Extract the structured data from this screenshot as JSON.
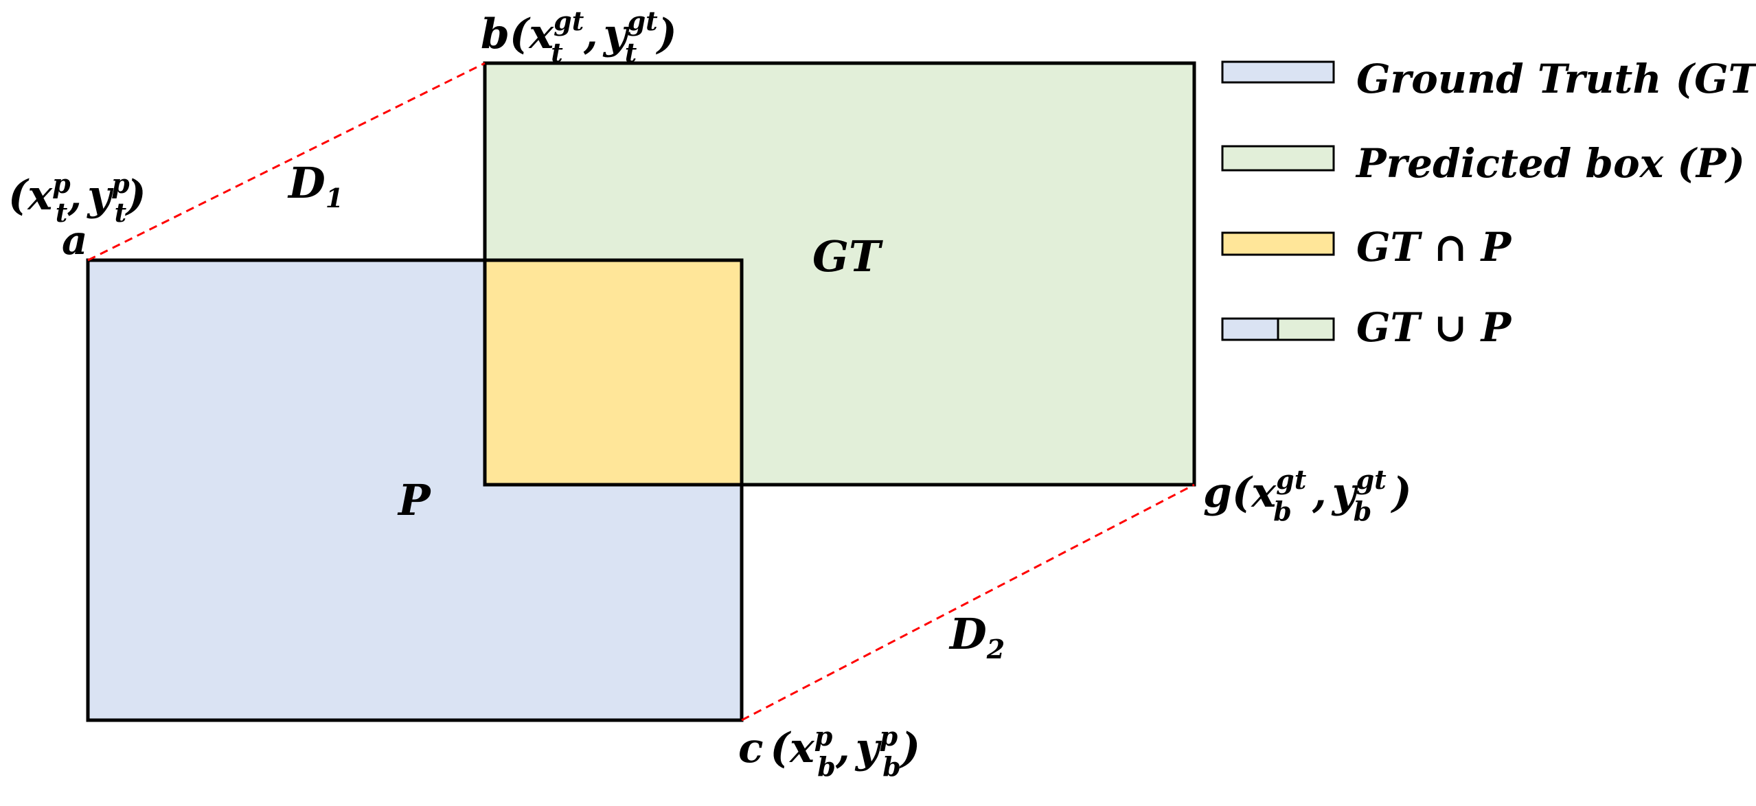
{
  "colors": {
    "gt_fill": "#e2efd9",
    "p_fill": "#dae3f3",
    "intersection_fill": "#ffe699",
    "outline": "#000000",
    "dashed_line": "#ff0000"
  },
  "box_labels": {
    "gt": "GT",
    "p": "P"
  },
  "distance_labels": {
    "d1_main": "D",
    "d1_sub": "1",
    "d2_main": "D",
    "d2_sub": "2"
  },
  "points": {
    "a": {
      "letter": "a",
      "open": "(",
      "x": "x",
      "x_sup": "p",
      "x_sub": "t",
      "comma": ",",
      "y": "y",
      "y_sup": "p",
      "y_sub": "t",
      "close": ")"
    },
    "b": {
      "letter": "b",
      "open": "(",
      "x": "x",
      "x_sup": "gt",
      "x_sub": "t",
      "comma": ",",
      "y": "y",
      "y_sup": "gt",
      "y_sub": "t",
      "close": ")"
    },
    "c": {
      "letter": "c",
      "open": "(",
      "x": "x",
      "x_sup": "p",
      "x_sub": "b",
      "comma": ",",
      "y": "y",
      "y_sup": "p",
      "y_sub": "b",
      "close": ")"
    },
    "g": {
      "letter": "g",
      "open": "(",
      "x": "x",
      "x_sup": "gt",
      "x_sub": "b",
      "comma": ",",
      "y": "y",
      "y_sup": "gt",
      "y_sub": "b",
      "close": ")"
    }
  },
  "legend": [
    {
      "label": "Ground Truth (GT)"
    },
    {
      "label": "Predicted box (P)"
    },
    {
      "label": "GT ∩ P"
    },
    {
      "label": "GT ∪ P"
    }
  ]
}
